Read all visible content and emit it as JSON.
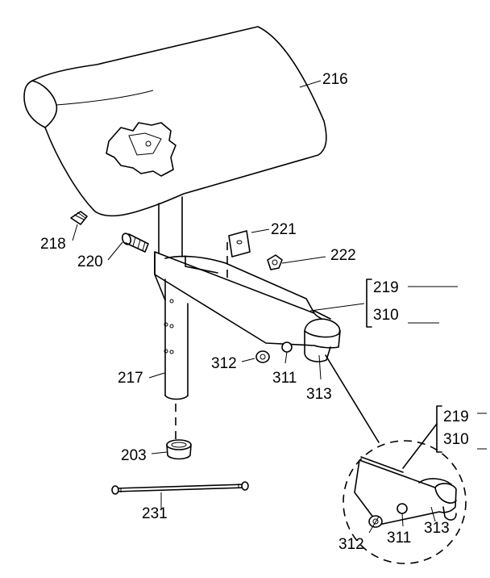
{
  "labels": {
    "p216": "216",
    "p218": "218",
    "p220": "220",
    "p221": "221",
    "p222": "222",
    "p219_top": "219",
    "p310_top": "310",
    "p312_top": "312",
    "p311_top": "311",
    "p313_top": "313",
    "p217": "217",
    "p203": "203",
    "p231": "231",
    "p219_inset": "219",
    "p310_inset": "310",
    "p312_inset": "312",
    "p311_inset": "311",
    "p313_inset": "313"
  }
}
